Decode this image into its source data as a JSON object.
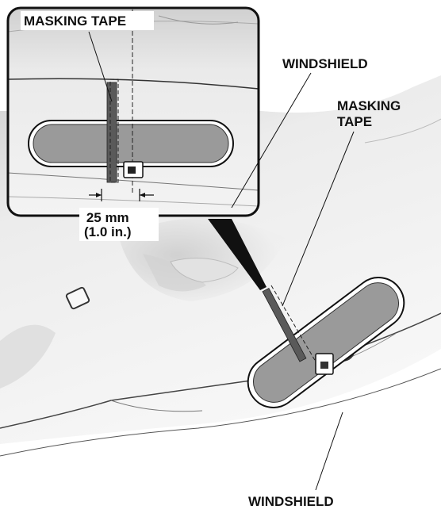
{
  "labels": {
    "inset_masking_tape": "MASKING TAPE",
    "windshield_top": "WINDSHIELD",
    "masking_tape_right_line1": "MASKING",
    "masking_tape_right_line2": "TAPE",
    "measurement_line1": "25 mm",
    "measurement_line2": "(1.0 in.)",
    "windshield_bottom": "WINDSHIELD"
  },
  "colors": {
    "background": "#ffffff",
    "interior_light": "#f4f4f4",
    "interior_shade": "#d6d6d6",
    "mirror_glass": "#9a9a9a",
    "masking_tape": "#5a5a5a",
    "outline": "#111111"
  }
}
